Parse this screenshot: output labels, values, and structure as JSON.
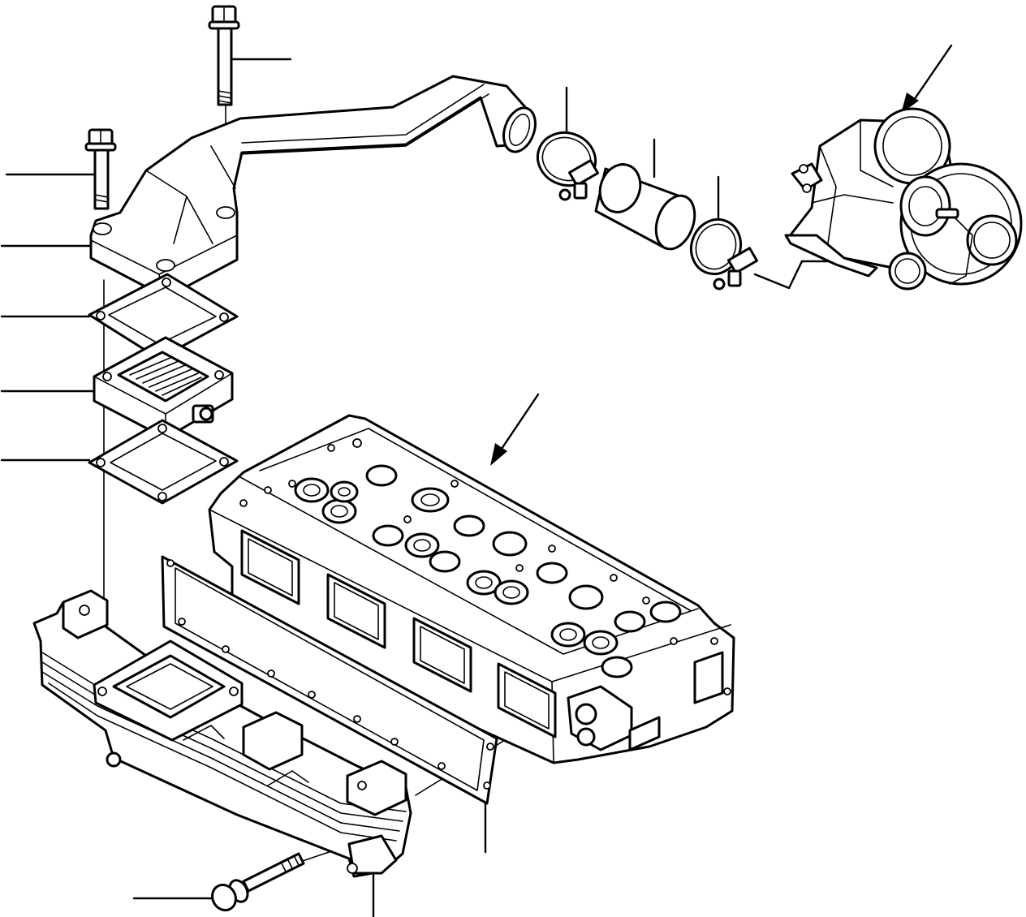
{
  "diagram": {
    "kind": "exploded-parts-view",
    "line_color": "#000000",
    "background": "#ffffff",
    "parts": [
      {
        "id": "bolt-long",
        "icon": "bolt-icon"
      },
      {
        "id": "bolt-short",
        "icon": "bolt-icon"
      },
      {
        "id": "intake-pipe",
        "icon": "pipe-icon"
      },
      {
        "id": "gasket-upper",
        "icon": "gasket-icon"
      },
      {
        "id": "intake-heater",
        "icon": "heater-icon"
      },
      {
        "id": "gasket-lower",
        "icon": "gasket-icon"
      },
      {
        "id": "hose-clamp-left",
        "icon": "clamp-icon"
      },
      {
        "id": "connecting-hose",
        "icon": "hose-icon"
      },
      {
        "id": "hose-clamp-right",
        "icon": "clamp-icon"
      },
      {
        "id": "turbocharger",
        "icon": "turbocharger-icon"
      },
      {
        "id": "cylinder-head",
        "icon": "cylinder-head-icon"
      },
      {
        "id": "manifold-gasket",
        "icon": "gasket-icon"
      },
      {
        "id": "intake-manifold",
        "icon": "manifold-icon"
      },
      {
        "id": "manifold-bolt",
        "icon": "bolt-icon"
      }
    ],
    "callout_count": 12,
    "reference_arrow_count": 2
  }
}
